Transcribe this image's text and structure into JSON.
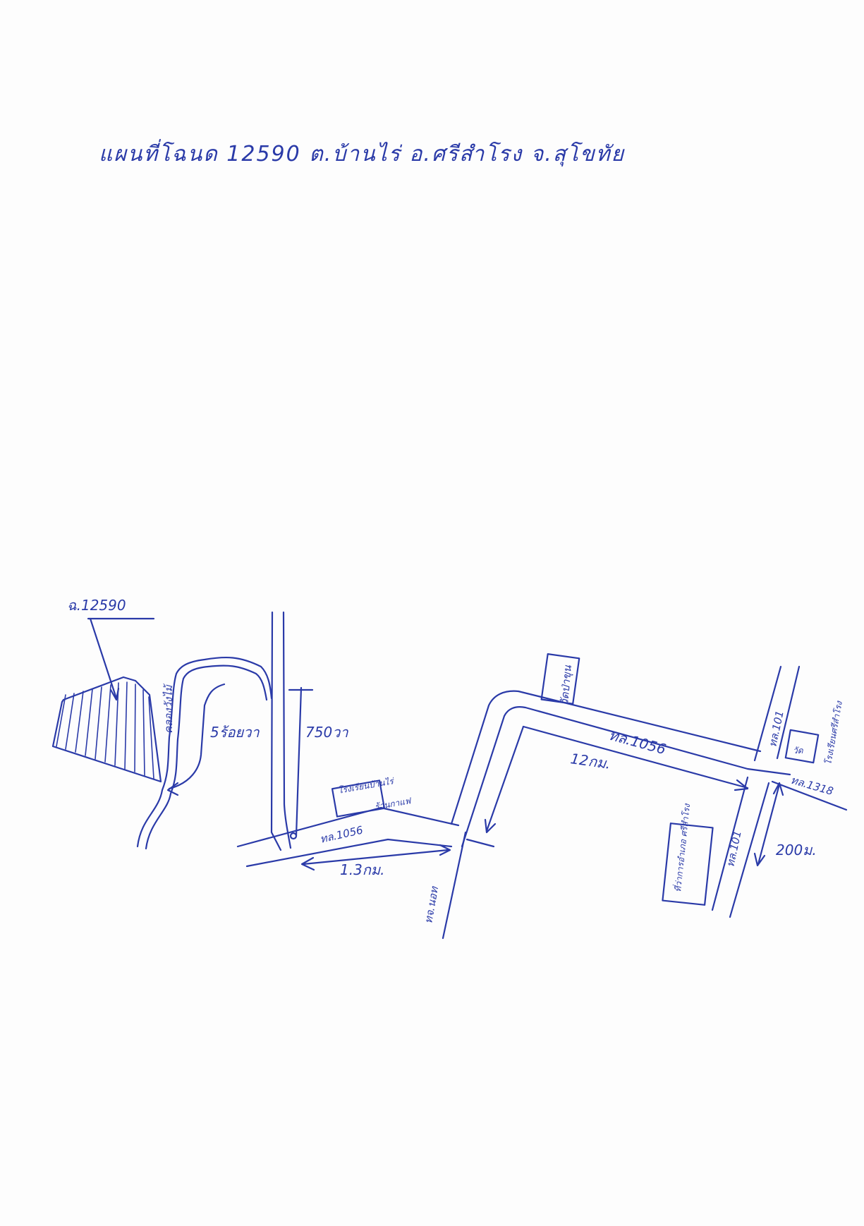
{
  "title": "แผนที่โฉนด 12590 ต.บ้านไร่ อ.ศรีสำโรง จ.สุโขทัย",
  "parcel": {
    "label": "ฉ.12590"
  },
  "canal": {
    "label": "คลองวังไม้"
  },
  "roads": {
    "road_1056_west": "ทล.1056",
    "road_1056_east": "ทล.1056",
    "road_101_north": "ทล.101",
    "road_101_south": "ทล.101",
    "road_1318": "ทล.1318",
    "road_local": "ทจ.นอท"
  },
  "distances": {
    "d_5": "5ร้อยวา",
    "d_750": "750วา",
    "d_1_3": "1.3กม.",
    "d_12": "12กม.",
    "d_200": "200ม."
  },
  "landmarks": {
    "school_ban_rai": "โรงเรียนบ้านไร่",
    "landmark_near_school": "ร้านกาแฟ",
    "temple_pa_khun": "วัดป่าขุน",
    "temple_box": "วัด",
    "school_si_samrong": "โรงเรียนศรีสำโรง",
    "district_office": "ที่ว่าการอำเภอ ศรีสำโรง"
  }
}
